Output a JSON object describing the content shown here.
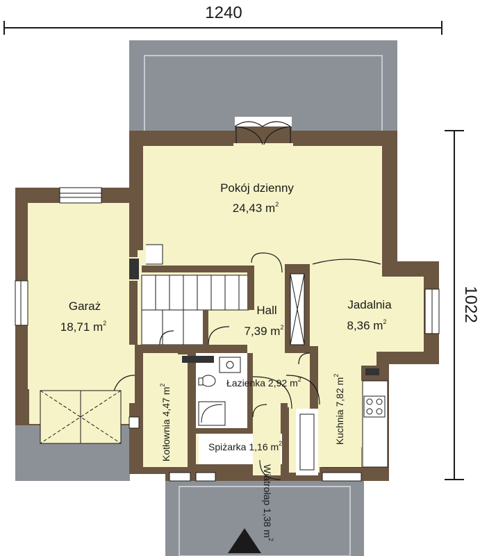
{
  "dimensions": {
    "width": "1240",
    "height": "1022"
  },
  "rooms": {
    "pokoj": {
      "name": "Pokój dzienny",
      "area": "24,43 m",
      "sup": "2"
    },
    "garaz": {
      "name": "Garaż",
      "area": "18,71 m",
      "sup": "2"
    },
    "hall": {
      "name": "Hall",
      "area": "7,39 m",
      "sup": "2"
    },
    "jadalnia": {
      "name": "Jadalnia",
      "area": "8,36 m",
      "sup": "2"
    },
    "lazienka": {
      "label": "Łazienka 2,92 m",
      "sup": "2"
    },
    "kotlownia": {
      "label": "Kotłownia 4,47 m",
      "sup": "2"
    },
    "kuchnia": {
      "label": "Kuchnia 7,82 m",
      "sup": "2"
    },
    "spizarka": {
      "label": "Spiżarka 1,16 m",
      "sup": "2"
    },
    "wiatrolap": {
      "label": "Wiatrołap 1,38 m",
      "sup": "2"
    }
  },
  "colors": {
    "wall": "#6b5642",
    "floor": "#f6f3c8",
    "terrace": "#8c9198",
    "terrace_line": "#c6cace",
    "white_room": "#ffffff",
    "line": "#1a1a1a"
  }
}
